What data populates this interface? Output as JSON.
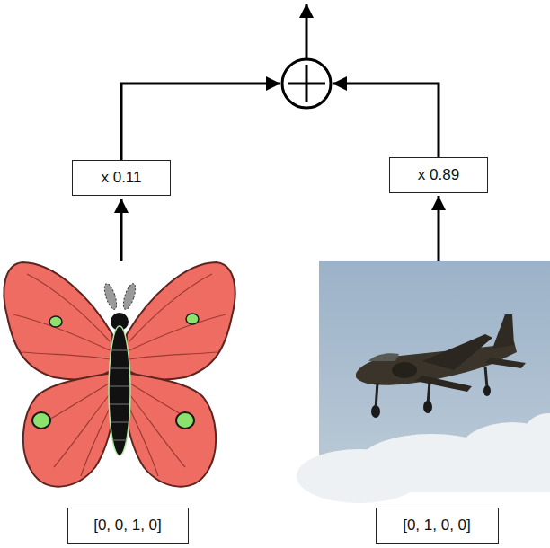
{
  "diagram": {
    "nodes": [
      {
        "text": [
          "x 0.11"
        ]
      },
      {
        "text": [
          "x 0.89"
        ]
      },
      {
        "text": [
          "[0, 0, 1, 0]"
        ]
      },
      {
        "text": [
          "[0, 1, 0, 0]"
        ]
      }
    ]
  }
}
